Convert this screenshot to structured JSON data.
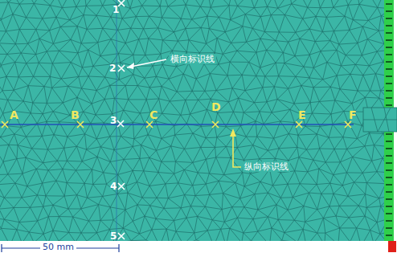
{
  "diagram": {
    "labels": [
      "A",
      "B",
      "C",
      "D",
      "E",
      "F",
      "1",
      "2",
      "3",
      "4",
      "5",
      "横向标识线",
      "纵向标识线",
      "50 mm"
    ]
  }
}
